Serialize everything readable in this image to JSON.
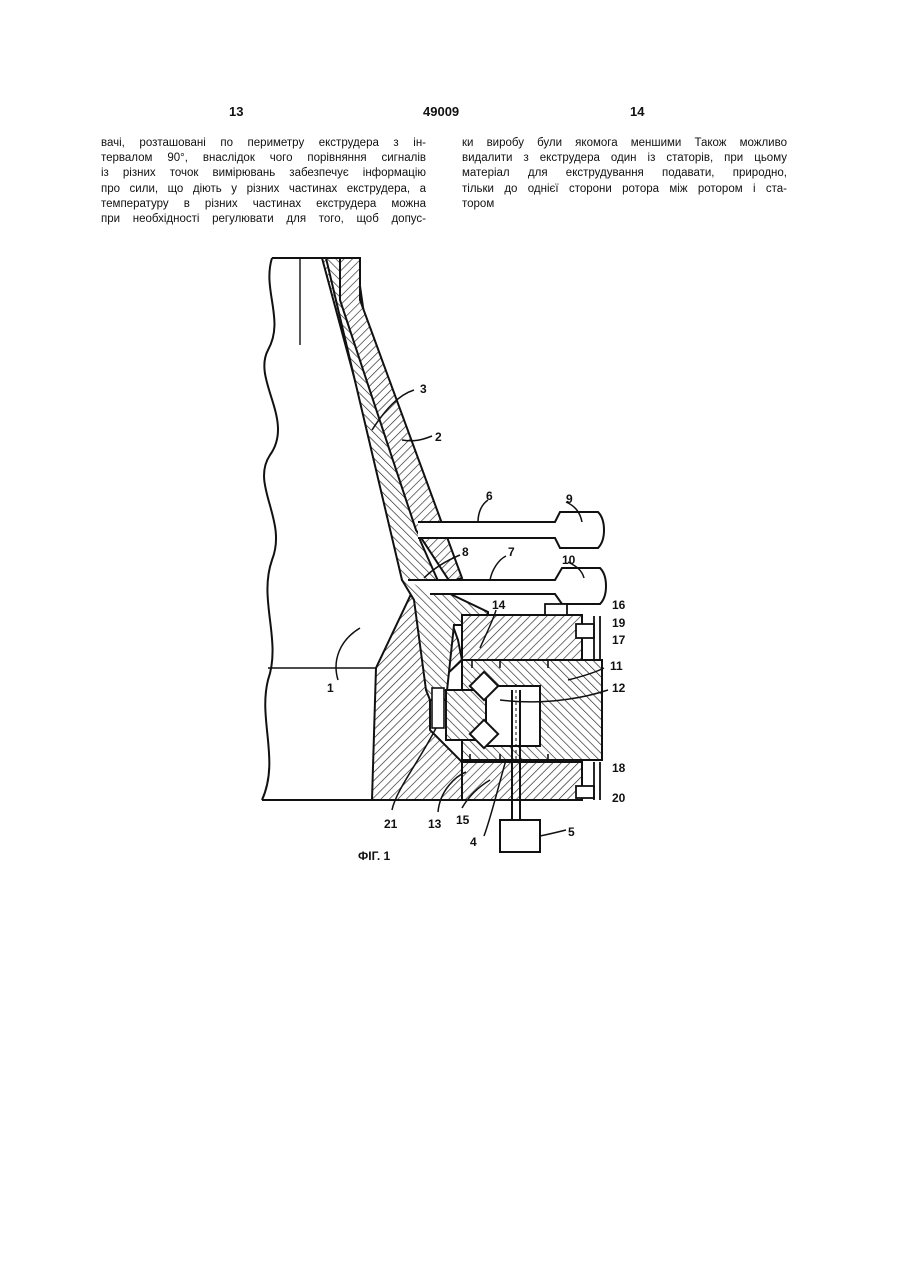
{
  "header": {
    "page_left": "13",
    "patent_number": "49009",
    "page_right": "14"
  },
  "left_column": {
    "lines": [
      "вачі, розташовані по периметру екструдера з ін-",
      "тервалом 90°, внаслідок чого порівняння сигналів",
      "із різних точок вимірювань забезпечує інформацію",
      "про сили, що діють у різних частинах екструдера, а",
      "температуру в різних частинах екструдера можна",
      "при необхідності регулювати для того, щоб допус-"
    ]
  },
  "right_column": {
    "lines": [
      "ки виробу були якомога меншими  Також можливо",
      "видалити з екструдера один із статорів, при цьому",
      "матеріал для екструдування подавати, природно,",
      "тільки до однієї сторони ротора між ротором і ста-",
      "тором"
    ]
  },
  "figure": {
    "caption": "ФІГ. 1",
    "labels": {
      "l1": "1",
      "l2": "2",
      "l3": "3",
      "l4": "4",
      "l5": "5",
      "l6": "6",
      "l7": "7",
      "l8": "8",
      "l9": "9",
      "l10": "10",
      "l11": "11",
      "l12": "12",
      "l13": "13",
      "l14": "14",
      "l15": "15",
      "l16": "16",
      "l17": "17",
      "l18": "18",
      "l19": "19",
      "l20": "20",
      "l21": "21"
    }
  }
}
